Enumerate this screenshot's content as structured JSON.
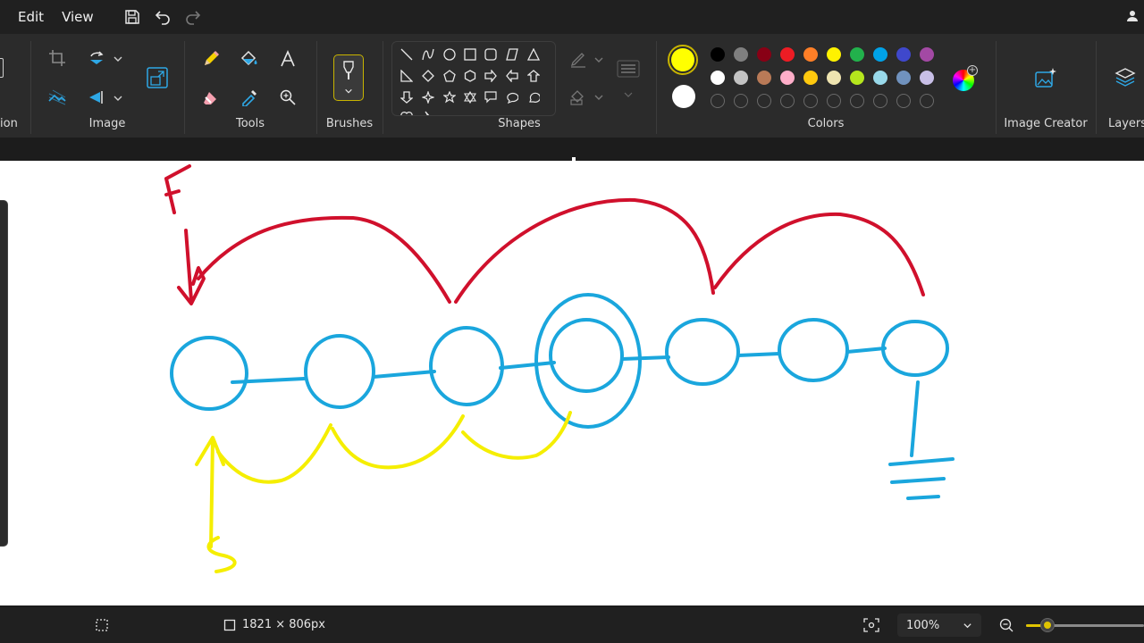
{
  "menu": {
    "edit": "Edit",
    "view": "View"
  },
  "ribbon": {
    "groups": {
      "selection_partial": "ion",
      "image": "Image",
      "tools": "Tools",
      "brushes": "Brushes",
      "shapes": "Shapes",
      "colors": "Colors",
      "image_creator": "Image Creator",
      "layers": "Layers"
    }
  },
  "colors": {
    "primary": "#ffff00",
    "secondary": "#ffffff",
    "accent": "#e0c400",
    "palette_row1": [
      "#000000",
      "#7f7f7f",
      "#880015",
      "#ed1c24",
      "#ff7f27",
      "#fff200",
      "#22b14c",
      "#00a2e8",
      "#3f48cc",
      "#a349a4"
    ],
    "palette_row2": [
      "#ffffff",
      "#c3c3c3",
      "#b97a57",
      "#ffaec9",
      "#ffc90e",
      "#efe4b0",
      "#b5e61d",
      "#99d9ea",
      "#7092be",
      "#c8bfe7"
    ],
    "custom_slots": 10
  },
  "canvas": {
    "stroke_red": "#d0102c",
    "stroke_blue": "#1aa6dd",
    "stroke_yellow": "#f5ee00"
  },
  "status": {
    "canvas_size": "1821 × 806px",
    "zoom": "100%",
    "zoom_level": 0.18
  },
  "icons": [
    "save-icon",
    "undo-icon",
    "redo-icon",
    "profile-icon",
    "crop-icon",
    "rotate-icon",
    "resize-icon",
    "flip-icon",
    "remove-background-icon",
    "pencil-icon",
    "fill-icon",
    "text-icon",
    "eraser-icon",
    "color-picker-icon",
    "magnifier-icon",
    "brush-icon",
    "outline-icon",
    "fill-style-icon",
    "color-wheel-icon",
    "image-creator-icon",
    "layers-icon",
    "select-icon",
    "canvas-size-icon",
    "fit-icon",
    "zoom-out-icon",
    "chevron-down-icon"
  ]
}
